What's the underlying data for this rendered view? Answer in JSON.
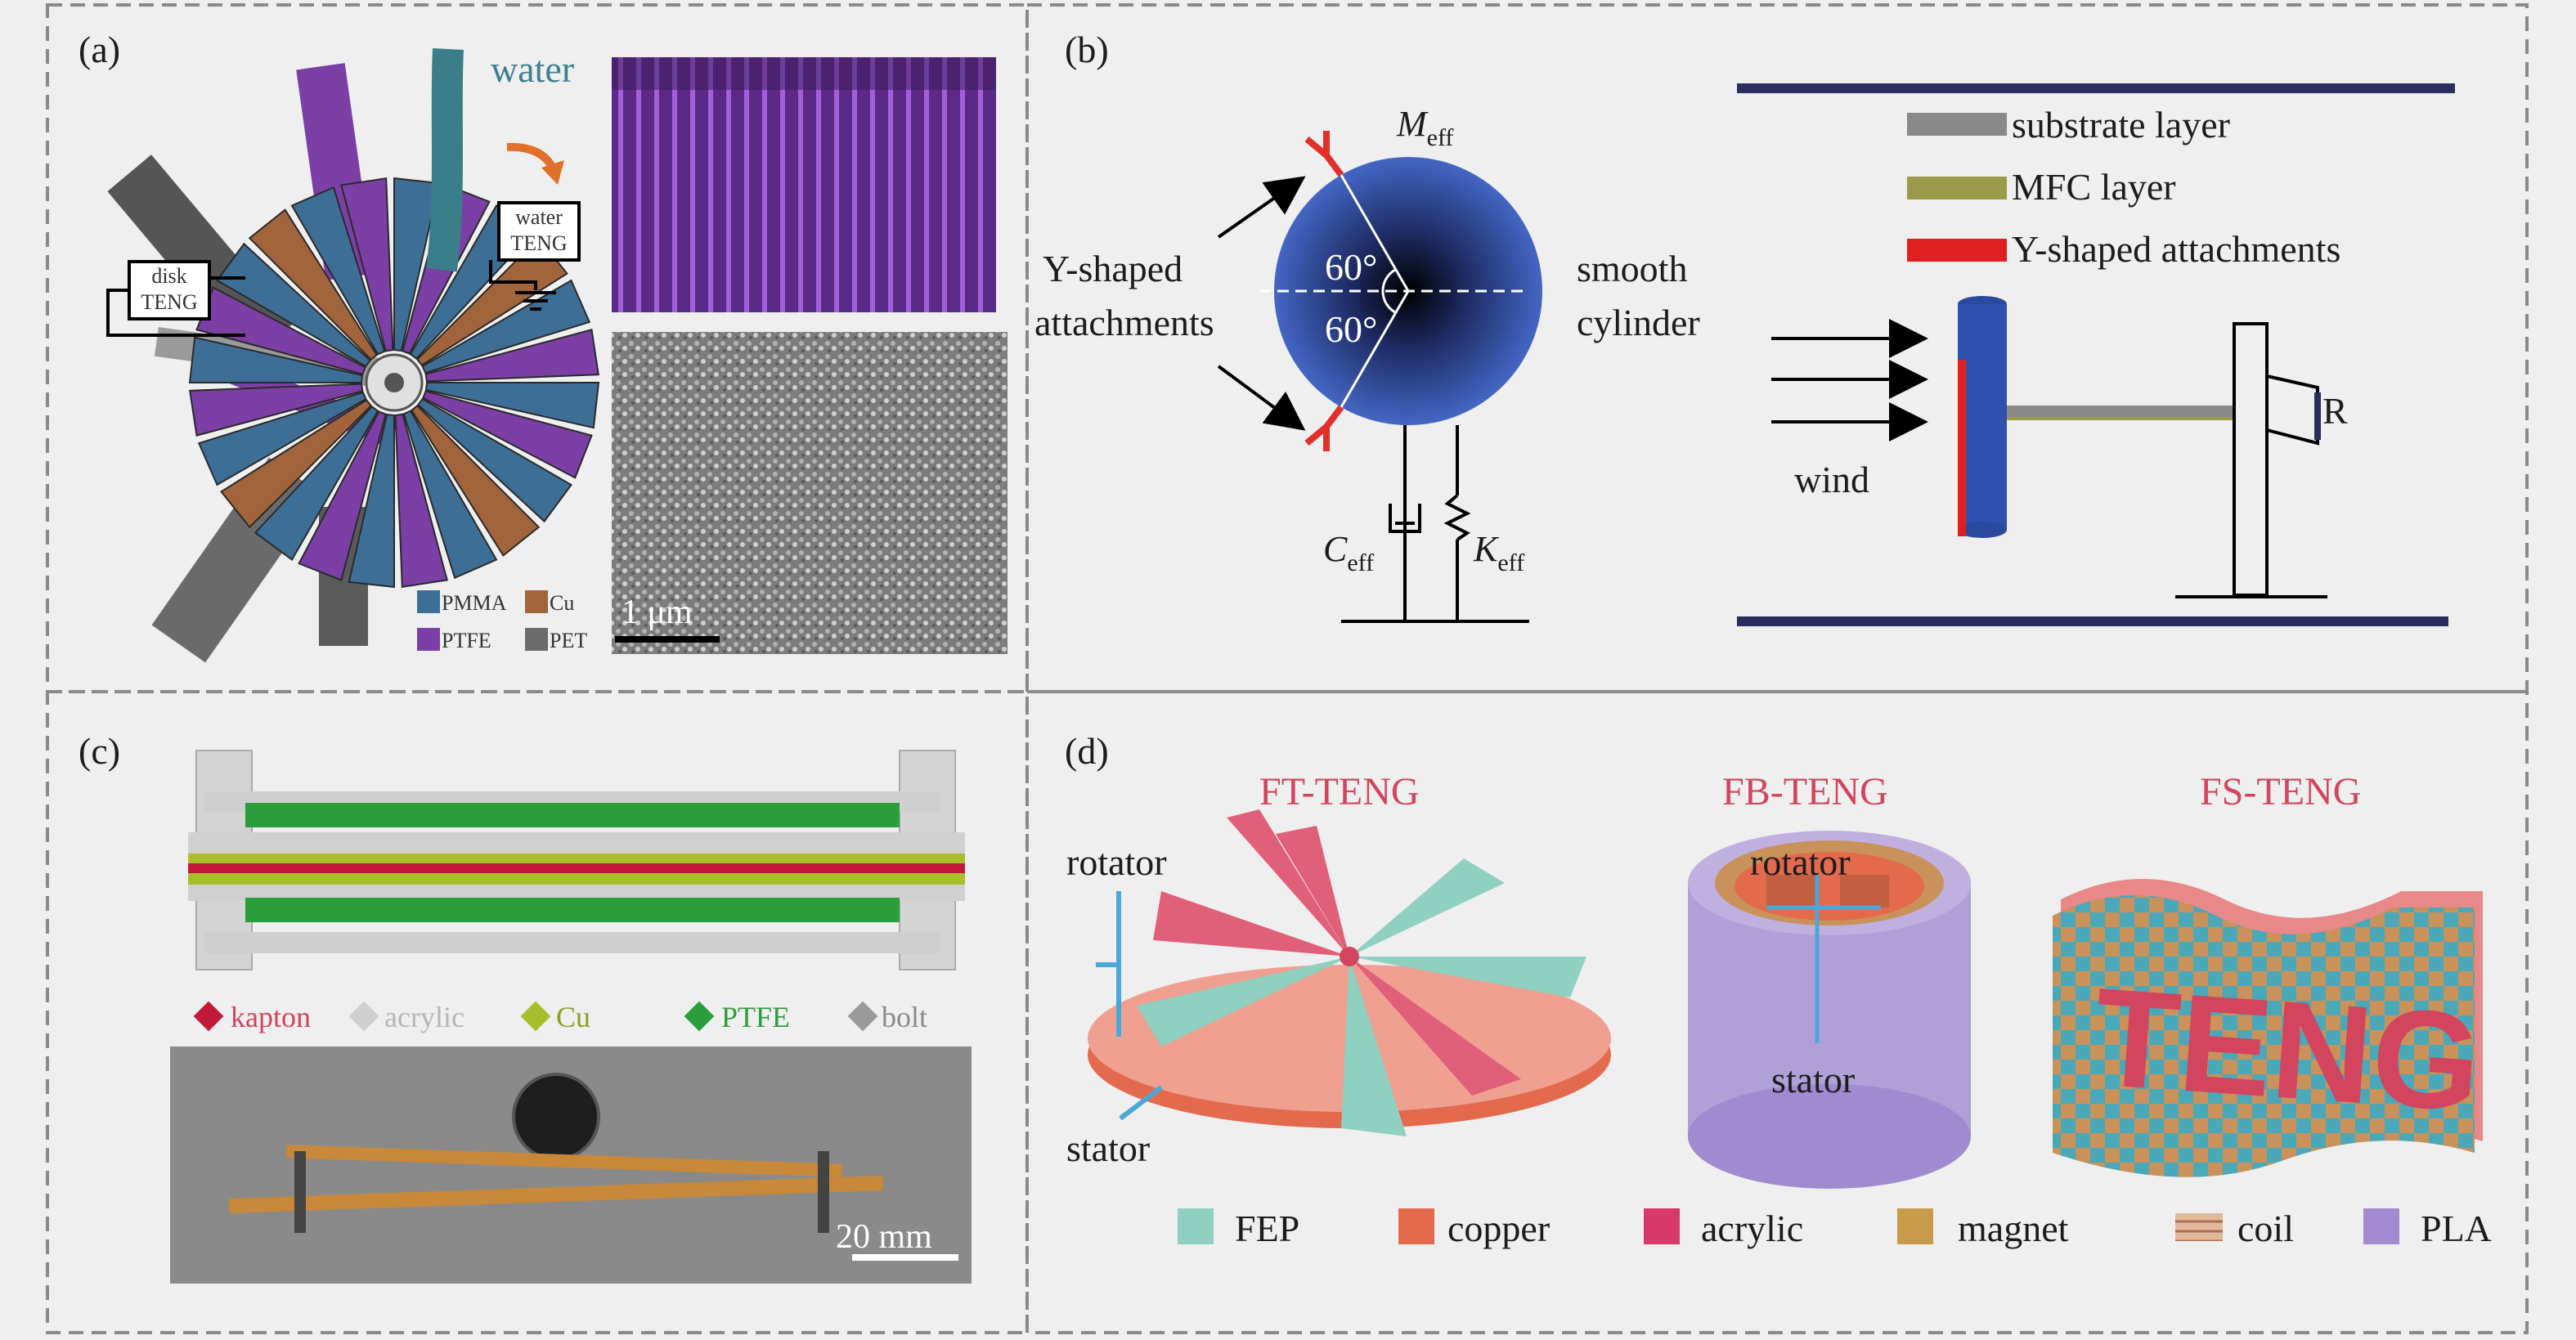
{
  "panels": {
    "a": {
      "label": "(a)",
      "water": "water",
      "disk_box": [
        "disk",
        "TENG"
      ],
      "water_box": [
        "water",
        "TENG"
      ],
      "legend": [
        "PMMA",
        "Cu",
        "PTFE",
        "PET"
      ],
      "scale": "1 μm"
    },
    "b": {
      "label": "(b)",
      "m_eff": "M",
      "m_eff_sub": "eff",
      "angle_top": "60°",
      "angle_bottom": "60°",
      "y_shaped_1": "Y-shaped",
      "y_shaped_2": "attachments",
      "smooth_1": "smooth",
      "smooth_2": "cylinder",
      "c_eff": "C",
      "c_eff_sub": "eff",
      "k_eff": "K",
      "k_eff_sub": "eff",
      "legend": [
        "substrate layer",
        "MFC layer",
        "Y-shaped attachments"
      ],
      "wind": "wind",
      "r": "R"
    },
    "c": {
      "label": "(c)",
      "legend": [
        "kapton",
        "acrylic",
        "Cu",
        "PTFE",
        "bolt"
      ],
      "scale": "20 mm"
    },
    "d": {
      "label": "(d)",
      "titles": [
        "FT-TENG",
        "FB-TENG",
        "FS-TENG"
      ],
      "rotator_1": "rotator",
      "stator_1": "stator",
      "rotator_2": "rotator",
      "stator_2": "stator",
      "teng_word": "TENG",
      "legend": [
        "FEP",
        "copper",
        "acrylic",
        "magnet",
        "coil",
        "PLA"
      ]
    }
  },
  "colors": {
    "pmma": "#3d6f96",
    "cu": "#a2643a",
    "ptfe": "#7b3fa6",
    "pet": "#6c6c6c",
    "kapton": "#c2183a",
    "acrylic": "#cfcfcf",
    "cu_c": "#a8bf2c",
    "ptfe_c": "#2a9e3a",
    "bolt": "#9a9a9a",
    "fep": "#8fd0c0",
    "copper": "#e46a4e",
    "acrylic_d": "#d8386a",
    "magnet": "#c89a4a",
    "coil": "#d8a88a",
    "pla": "#a48ad0",
    "substrate": "#8a8a8a",
    "mfc": "#9a9a4a",
    "y_attach": "#e02020",
    "navy": "#2b2d5e",
    "teng_red": "#d3445e"
  }
}
